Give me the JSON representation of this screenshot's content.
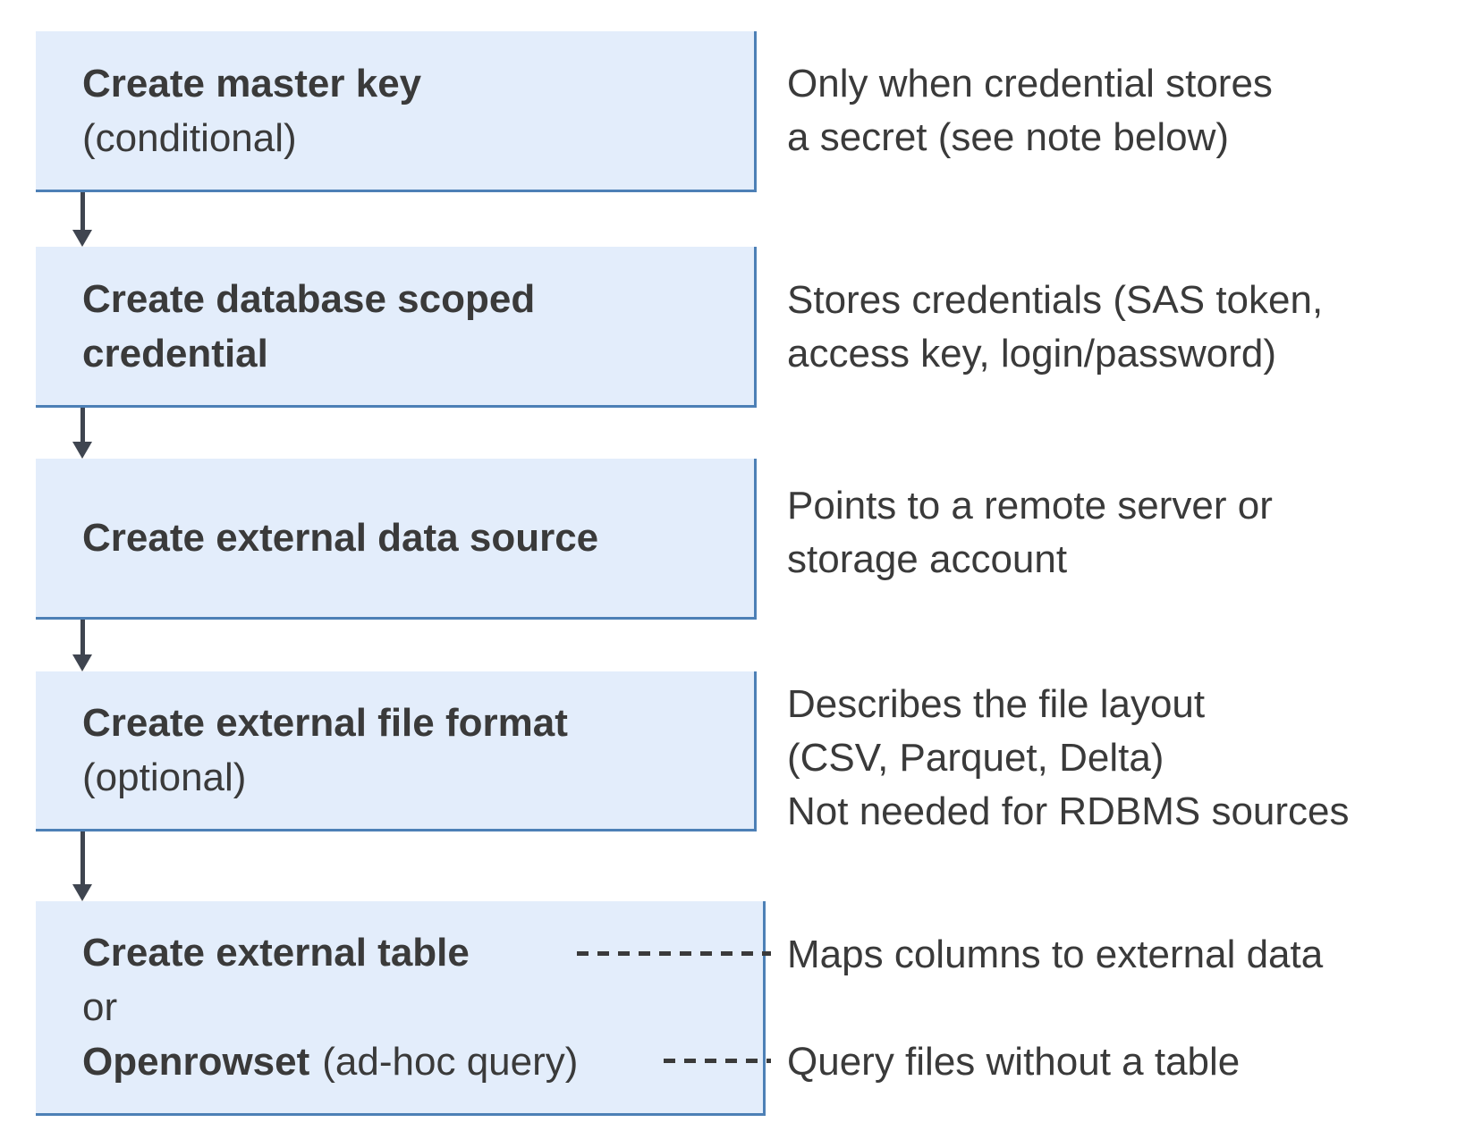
{
  "diagram": {
    "colors": {
      "box_fill": "#e3edfb",
      "box_border": "#4d80b6",
      "text": "#3a3a3a",
      "arrow": "#3f4550"
    },
    "steps": [
      {
        "title": "Create master key",
        "qualifier": "(conditional)",
        "note": "Only when credential stores\na secret (see note below)"
      },
      {
        "title": "Create database scoped\ncredential",
        "note": "Stores credentials (SAS token,\naccess key, login/password)"
      },
      {
        "title": "Create external data source",
        "note": "Points to a remote server or\nstorage account"
      },
      {
        "title": "Create external file format",
        "qualifier": "(optional)",
        "note": "Describes the file layout\n(CSV, Parquet, Delta)\nNot needed for RDBMS sources"
      },
      {
        "title": "Create external table",
        "or_label": "or",
        "alt_title": "Openrowset",
        "alt_qualifier": "(ad-hoc query)",
        "table_note": "Maps columns to external data",
        "openrowset_note": "Query files without a table"
      }
    ]
  }
}
